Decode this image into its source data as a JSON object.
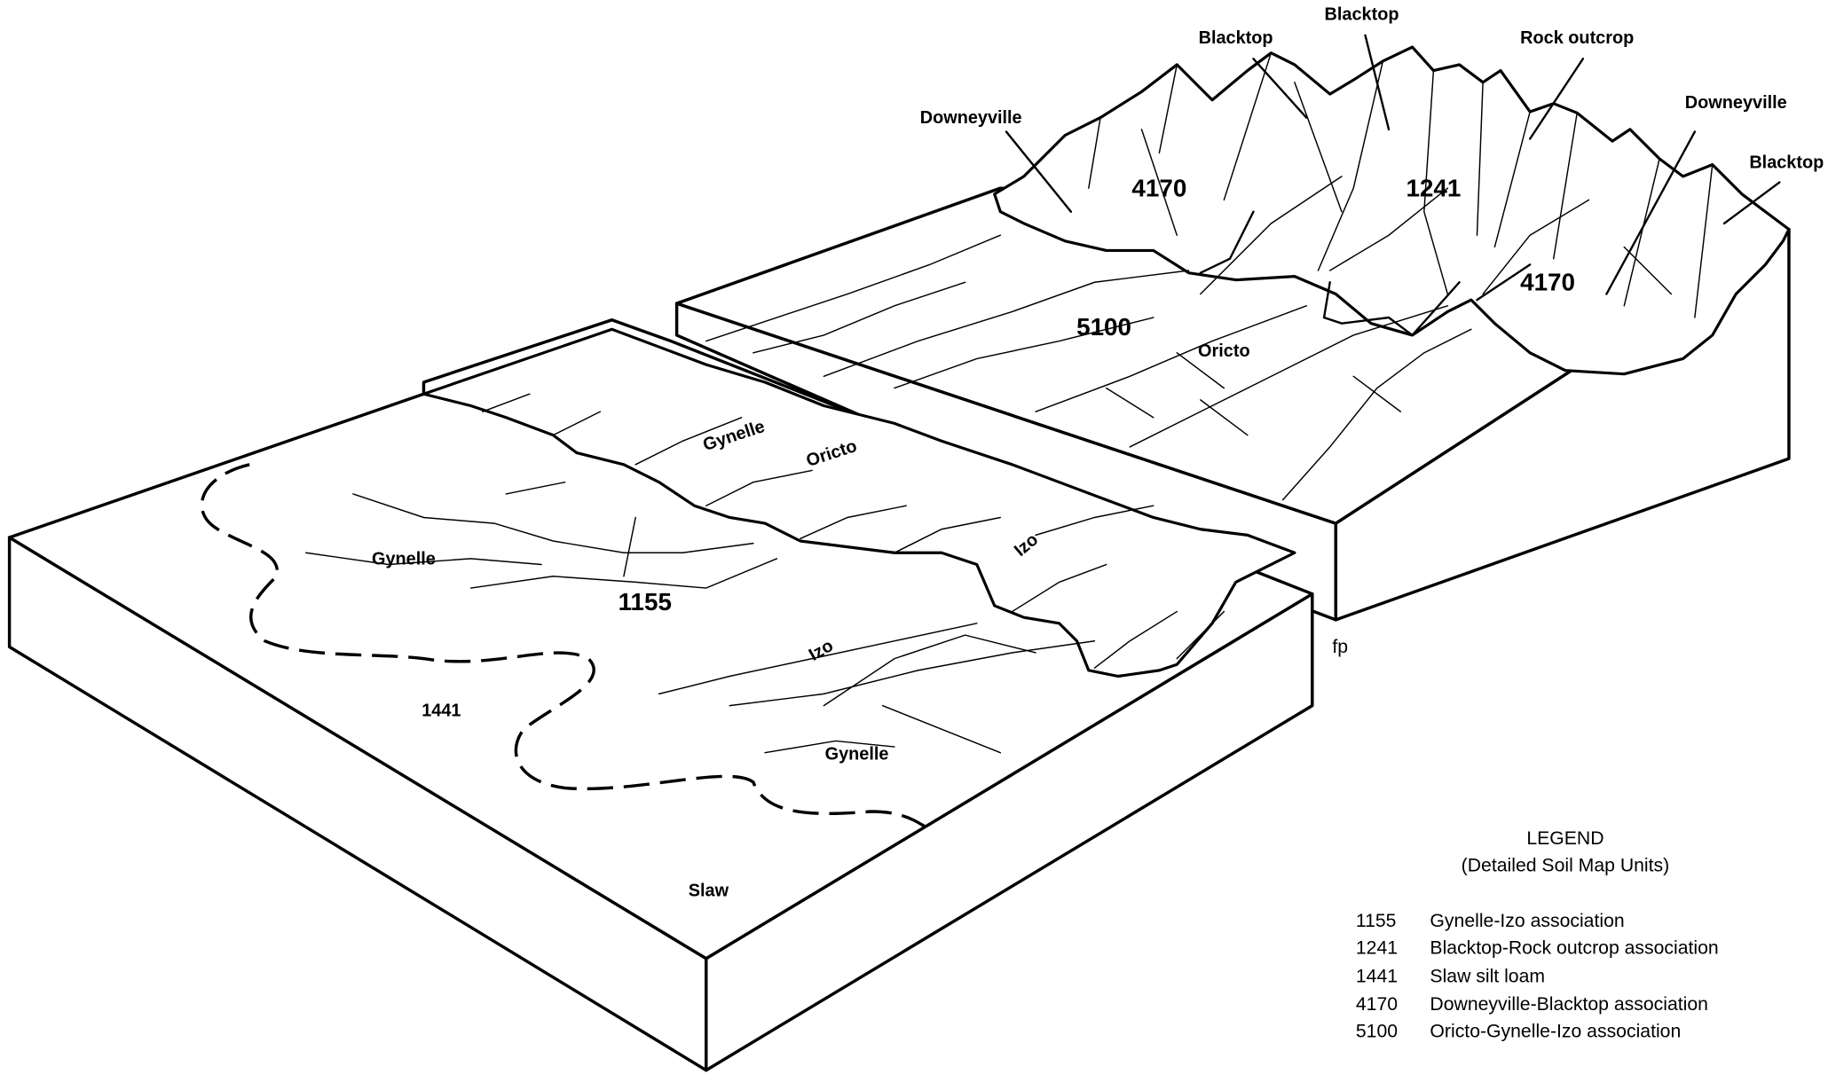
{
  "diagram": {
    "leader_labels": [
      "Downeyville",
      "Blacktop",
      "Blacktop",
      "Rock outcrop",
      "Downeyville",
      "Blacktop"
    ],
    "map_units": {
      "u4170a": "4170",
      "u1241": "1241",
      "u4170b": "4170",
      "u5100": "5100",
      "u1155": "1155",
      "u1441": "1441"
    },
    "soil_labels": {
      "oricto_back": "Oricto",
      "gynelle_terrace": "Gynelle",
      "oricto_terrace": "Oricto",
      "gynelle_left": "Gynelle",
      "izo_right": "Izo",
      "izo_center": "Izo",
      "gynelle_bottom": "Gynelle",
      "slaw": "Slaw"
    },
    "fp_label": "fp"
  },
  "legend": {
    "title": "LEGEND",
    "subtitle": "(Detailed Soil Map Units)",
    "items": [
      {
        "code": "1155",
        "name": "Gynelle-Izo association"
      },
      {
        "code": "1241",
        "name": "Blacktop-Rock outcrop association"
      },
      {
        "code": "1441",
        "name": "Slaw silt loam"
      },
      {
        "code": "4170",
        "name": "Downeyville-Blacktop association"
      },
      {
        "code": "5100",
        "name": "Oricto-Gynelle-Izo association"
      }
    ]
  }
}
